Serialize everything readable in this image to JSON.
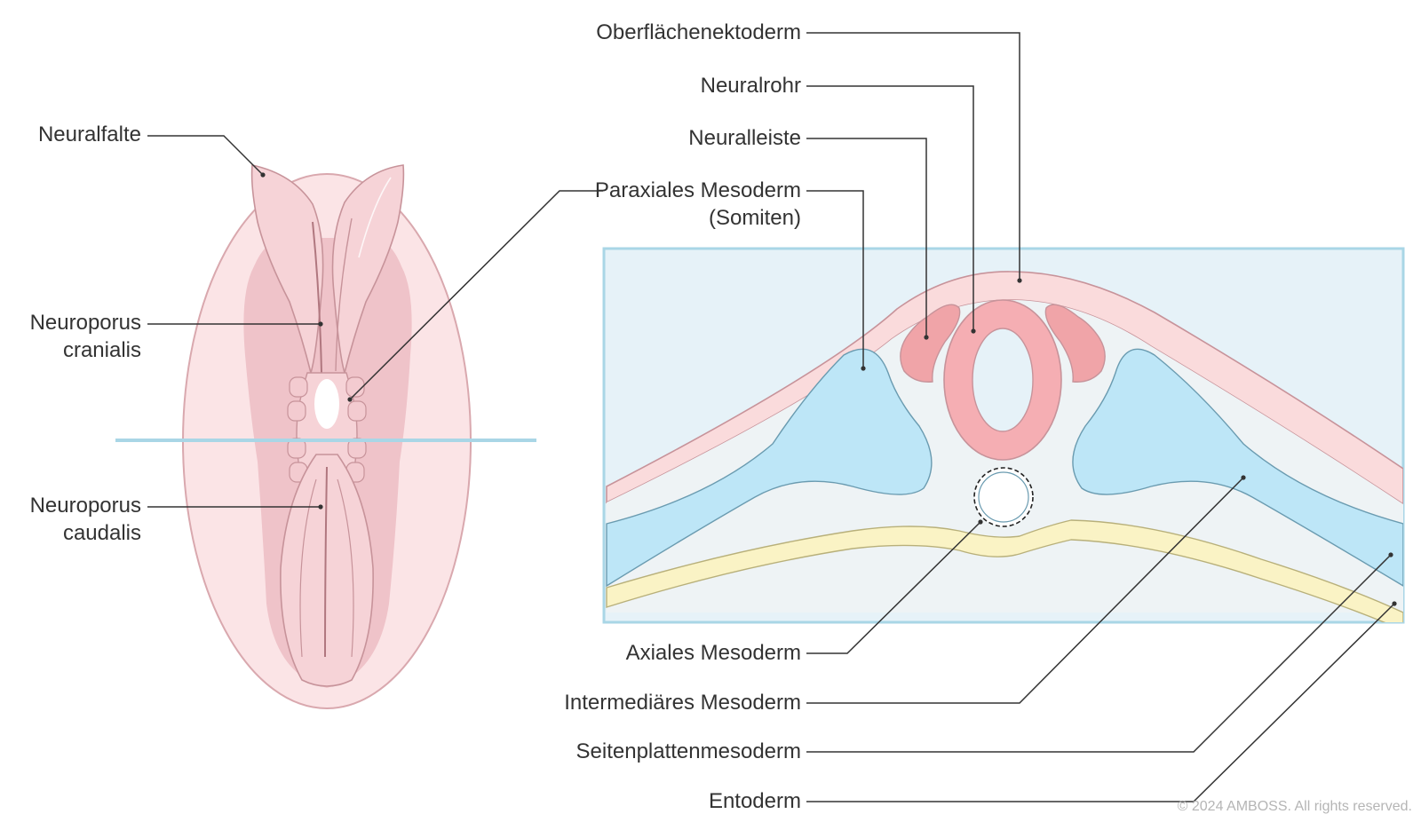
{
  "labels": {
    "neuralfalte": "Neuralfalte",
    "neuroporus_cranialis": [
      "Neuroporus",
      "cranialis"
    ],
    "neuroporus_caudalis": [
      "Neuroporus",
      "caudalis"
    ],
    "oberflaechenektoderm": "Oberflächenektoderm",
    "neuralrohr": "Neuralrohr",
    "neuralleiste": "Neuralleiste",
    "paraxiales_mesoderm": [
      "Paraxiales Mesoderm",
      "(Somiten)"
    ],
    "axiales_mesoderm": "Axiales Mesoderm",
    "intermediaeres_mesoderm": "Intermediäres Mesoderm",
    "seitenplattenmesoderm": "Seitenplattenmesoderm",
    "entoderm": "Entoderm"
  },
  "copyright": "© 2024 AMBOSS. All rights reserved.",
  "colors": {
    "embryo_outer": "#fbe4e6",
    "embryo_mid": "#efc3c9",
    "neural_fold": "#f6d3d7",
    "section_bg": "#e6f2f8",
    "section_border": "#a9d6e6",
    "ectoderm": "#fadbdc",
    "mesoderm_blue": "#bde6f7",
    "neural_tube": "#f5aeb3",
    "neural_crest": "#f0a4a8",
    "entoderm": "#faf3c5",
    "cut_line": "#a9d6e6"
  }
}
